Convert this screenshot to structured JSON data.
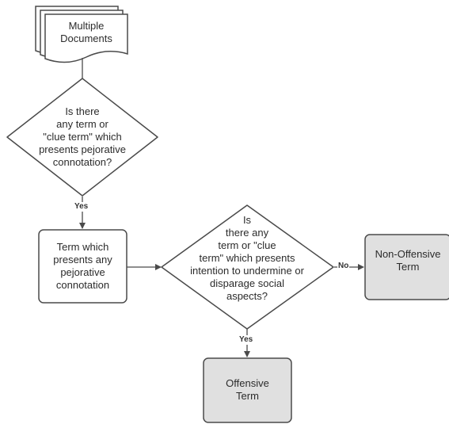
{
  "nodes": {
    "documents": {
      "text": "Multiple\nDocuments",
      "shape": "multi-document"
    },
    "decision1": {
      "text": "Is there\nany term or\n\"clue term\" which\npresents pejorative\nconnotation?",
      "shape": "decision"
    },
    "process1": {
      "text": "Term which\npresents any\npejorative\nconnotation",
      "shape": "process"
    },
    "decision2": {
      "text": "Is\nthere any\nterm or \"clue\nterm\" which presents\nintention to undermine or\ndisparage social\naspects?",
      "shape": "decision"
    },
    "non_offensive": {
      "text": "Non-Offensive\nTerm",
      "shape": "terminal-box"
    },
    "offensive": {
      "text": "Offensive\nTerm",
      "shape": "terminal-box"
    }
  },
  "edges": [
    {
      "from": "documents",
      "to": "decision1",
      "label": ""
    },
    {
      "from": "decision1",
      "to": "process1",
      "label": "Yes"
    },
    {
      "from": "process1",
      "to": "decision2",
      "label": ""
    },
    {
      "from": "decision2",
      "to": "non_offensive",
      "label": "No"
    },
    {
      "from": "decision2",
      "to": "offensive",
      "label": "Yes"
    }
  ],
  "colors": {
    "stroke": "#4a4a4a",
    "fill_white": "#ffffff",
    "fill_grey": "#e0e0e0",
    "text": "#2b2b2b"
  }
}
